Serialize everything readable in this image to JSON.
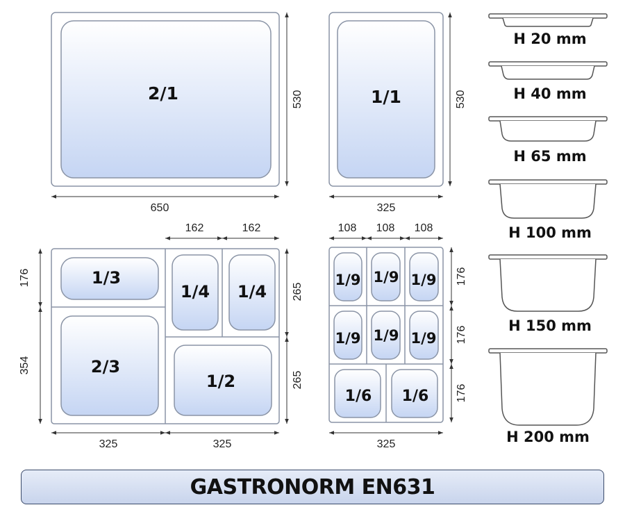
{
  "pans": {
    "p21": "2/1",
    "p11": "1/1",
    "p13": "1/3",
    "p23": "2/3",
    "p14a": "1/4",
    "p14b": "1/4",
    "p12": "1/2",
    "p19": [
      "1/9",
      "1/9",
      "1/9",
      "1/9",
      "1/9",
      "1/9"
    ],
    "p16": [
      "1/6",
      "1/6"
    ]
  },
  "dimensions": {
    "d650": "650",
    "d530a": "530",
    "d530b": "530",
    "d325a": "325",
    "d162a": "162",
    "d162b": "162",
    "d176a": "176",
    "d354": "354",
    "d265a": "265",
    "d265b": "265",
    "d325b": "325",
    "d325c": "325",
    "d108a": "108",
    "d108b": "108",
    "d108c": "108",
    "d176b": "176",
    "d176c": "176",
    "d176d": "176",
    "d325d": "325"
  },
  "depths": [
    "H 20 mm",
    "H 40 mm",
    "H 65 mm",
    "H 100 mm",
    "H 150 mm",
    "H 200 mm"
  ],
  "title": "GASTRONORM EN631",
  "colors": {
    "outline": "#8a94a6",
    "fill_top": "#ffffff",
    "fill_bottom": "#c5d5f3",
    "title_border": "#3a4a6a"
  }
}
